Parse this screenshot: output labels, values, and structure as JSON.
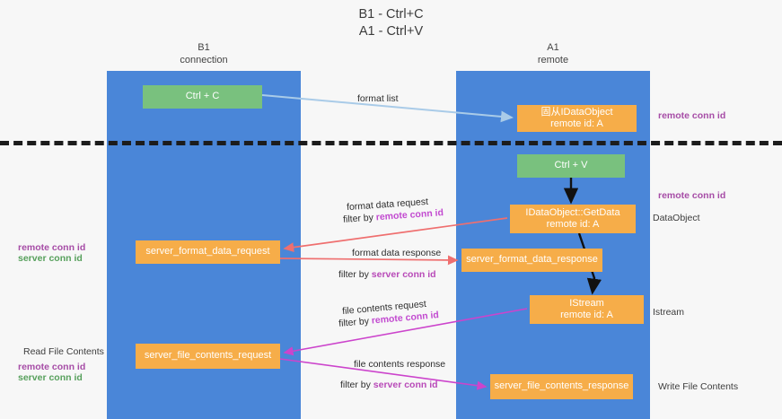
{
  "title": {
    "text": "B1 - Ctrl+C\nA1 - Ctrl+V"
  },
  "lanes": {
    "b1": {
      "header": "B1\nconnection",
      "color": "#4a86d8"
    },
    "a1": {
      "header": "A1\nremote",
      "color": "#4a86d8"
    }
  },
  "nodes": {
    "ctrl_c": "Ctrl + C",
    "fidataobject": "固从IDataObject\nremote id: A",
    "ctrl_v": "Ctrl + V",
    "idataobject_getdata": "IDataObject::GetData\nremote id: A",
    "server_format_data_response": "server_format_data_response",
    "istream": "IStream\nremote id: A",
    "server_file_contents_response": "server_file_contents_response",
    "server_format_data_request": "server_format_data_request",
    "server_file_contents_request": "server_file_contents_request"
  },
  "right_labels": {
    "remote_conn_id_top": "remote conn id",
    "remote_conn_id_mid": "remote conn id",
    "dataobject": "DataObject",
    "istream": "Istream",
    "write_file_contents": "Write File Contents"
  },
  "left_labels": {
    "remote_conn_id_1": "remote conn id",
    "server_conn_id_1": "server conn id",
    "read_file_contents": "Read File Contents",
    "remote_conn_id_2": "remote conn id",
    "server_conn_id_2": "server conn id"
  },
  "edge_labels": {
    "format_list": "format list",
    "format_data_request": "format data request",
    "format_data_request_filter_prefix": "filter by ",
    "format_data_request_filter_key": "remote conn id",
    "format_data_response": "format data response",
    "format_data_response_filter_prefix": "filter by ",
    "format_data_response_filter_key": "server conn id",
    "file_contents_request": "file contents request",
    "file_contents_request_filter_prefix": "filter by ",
    "file_contents_request_filter_key": "remote conn id",
    "file_contents_response": "file contents response",
    "file_contents_response_filter_prefix": "filter by ",
    "file_contents_response_filter_key": "server conn id"
  },
  "colors": {
    "lane": "#4a86d8",
    "green_node": "#79c17e",
    "orange_node": "#f6ad49",
    "purple": "#a64ca6",
    "green_text": "#57a05c",
    "arrow_blue": "#a9cbe8",
    "arrow_red": "#ef6f6f",
    "arrow_magenta": "#cc44cc",
    "arrow_black": "#111111",
    "background": "#f7f7f7"
  }
}
